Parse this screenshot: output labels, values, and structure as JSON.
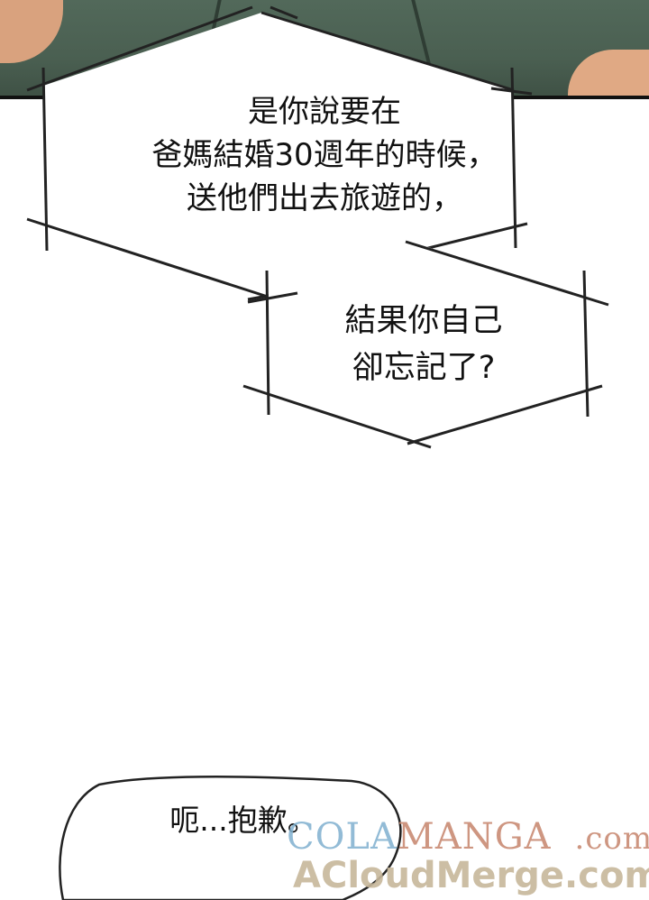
{
  "bubble1": {
    "lines": [
      "是你說要在",
      "爸媽結婚30週年的時候，",
      "送他們出去旅遊的，"
    ]
  },
  "bubble2": {
    "lines": [
      "結果你自己",
      "卻忘記了?"
    ]
  },
  "bubble3": {
    "lines": [
      "呃...抱歉。"
    ]
  },
  "watermark": {
    "line1_part1": "COLA",
    "line1_part2": "MANGA",
    "line1_part3": ".com",
    "line2": "ACloudMerge.com"
  },
  "colors": {
    "shirt": "#4a5f51",
    "skin": "#d9a27e",
    "ink": "#111111",
    "wm_blue": "#7fb0cf",
    "wm_red": "#c98b74",
    "wm_beige": "#c7b79b"
  }
}
